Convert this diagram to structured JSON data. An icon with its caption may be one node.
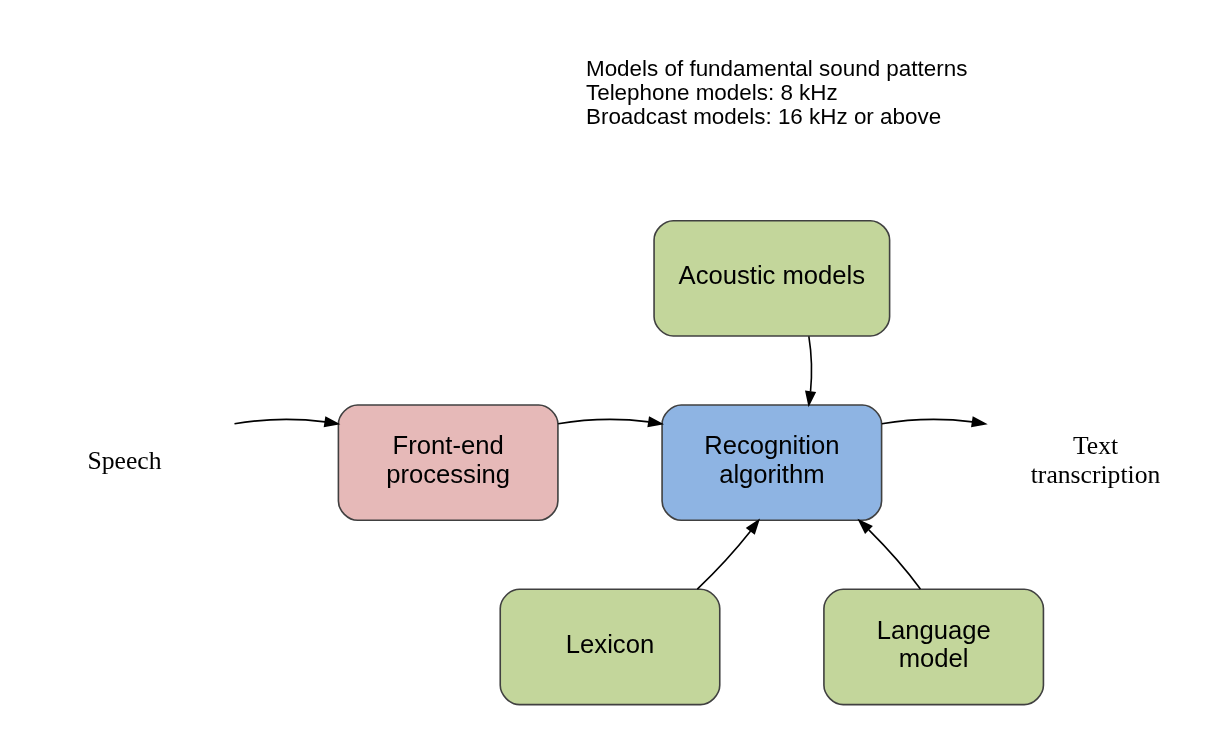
{
  "diagram": {
    "nodes": [
      {
        "text": [
          "Speech"
        ]
      },
      {
        "text": [
          "Front-end processing"
        ]
      },
      {
        "text": [
          "Acoustic models"
        ]
      },
      {
        "text": [
          "Recognition algorithm"
        ]
      },
      {
        "text": [
          "Text transcription"
        ]
      },
      {
        "text": [
          "Lexicon"
        ]
      },
      {
        "text": [
          "Language model"
        ]
      }
    ],
    "edges": [
      {
        "from": 0,
        "to": 1,
        "arrow": "to"
      },
      {
        "from": 1,
        "to": 3,
        "arrow": "to"
      },
      {
        "from": 2,
        "to": 3,
        "arrow": "to"
      },
      {
        "from": 3,
        "to": 4,
        "arrow": "to"
      },
      {
        "from": 5,
        "to": 3,
        "arrow": "to"
      },
      {
        "from": 6,
        "to": 3,
        "arrow": "to"
      }
    ],
    "labels": [
      "Models of fundamental sound patterns",
      "Telephone models: 8 kHz",
      "Broadcast models: 16 kHz or above"
    ]
  }
}
